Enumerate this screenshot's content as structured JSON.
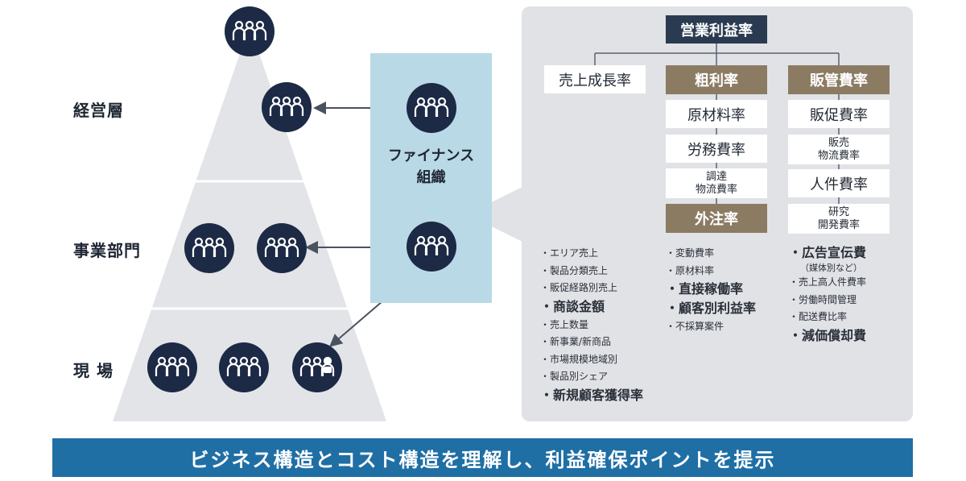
{
  "pyramid": {
    "tiers": [
      "経営層",
      "事業部門",
      "現 場"
    ]
  },
  "finance": {
    "label_line1": "ファイナンス",
    "label_line2": "組織"
  },
  "kpi_tree": {
    "root": "営業利益率",
    "sales_growth": "売上成長率",
    "gross_margin": "粗利率",
    "gross_children": [
      "原材料率",
      "労務費率",
      "調達\n物流費率"
    ],
    "outsourcing": "外注率",
    "sga": "販管費率",
    "sga_children": [
      "販促費率",
      "販売\n物流費率",
      "人件費率",
      "研究\n開発費率"
    ]
  },
  "driver_lists": {
    "sales": [
      {
        "text": "エリア売上",
        "big": false
      },
      {
        "text": "製品分類売上",
        "big": false
      },
      {
        "text": "販促経路別売上",
        "big": false
      },
      {
        "text": "商談金額",
        "big": true
      },
      {
        "text": "売上数量",
        "big": false
      },
      {
        "text": "新事業/新商品",
        "big": false
      },
      {
        "text": "市場規模地域別",
        "big": false
      },
      {
        "text": "製品別シェア",
        "big": false
      },
      {
        "text": "新規顧客獲得率",
        "big": true
      }
    ],
    "cost": [
      {
        "text": "変動費率",
        "big": false
      },
      {
        "text": "原材料率",
        "big": false
      },
      {
        "text": "直接稼働率",
        "big": true
      },
      {
        "text": "顧客別利益率",
        "big": true
      },
      {
        "text": "不採算案件",
        "big": false
      }
    ],
    "sga": [
      {
        "text": "広告宣伝費",
        "big": true
      },
      {
        "text": "（媒体別など）",
        "sub": true
      },
      {
        "text": "売上高人件費率",
        "big": false
      },
      {
        "text": "労働時間管理",
        "big": false
      },
      {
        "text": "配送費比率",
        "big": false
      },
      {
        "text": "減価償却費",
        "big": true
      }
    ]
  },
  "banner": "ビジネス構造とコスト構造を理解し、利益確保ポイントを提示",
  "colors": {
    "navy": "#1c2a46",
    "dark_box": "#2a3a50",
    "brown_box": "#8c7b63",
    "panel_gray": "#e0e2e6",
    "finance_blue": "#b9d9e6",
    "pyramid_gray": "#e2e4e8",
    "banner_blue": "#1f6fa5"
  },
  "icons": [
    "people-group-icon",
    "people-group-with-focus-icon",
    "double-arrow-icon"
  ]
}
